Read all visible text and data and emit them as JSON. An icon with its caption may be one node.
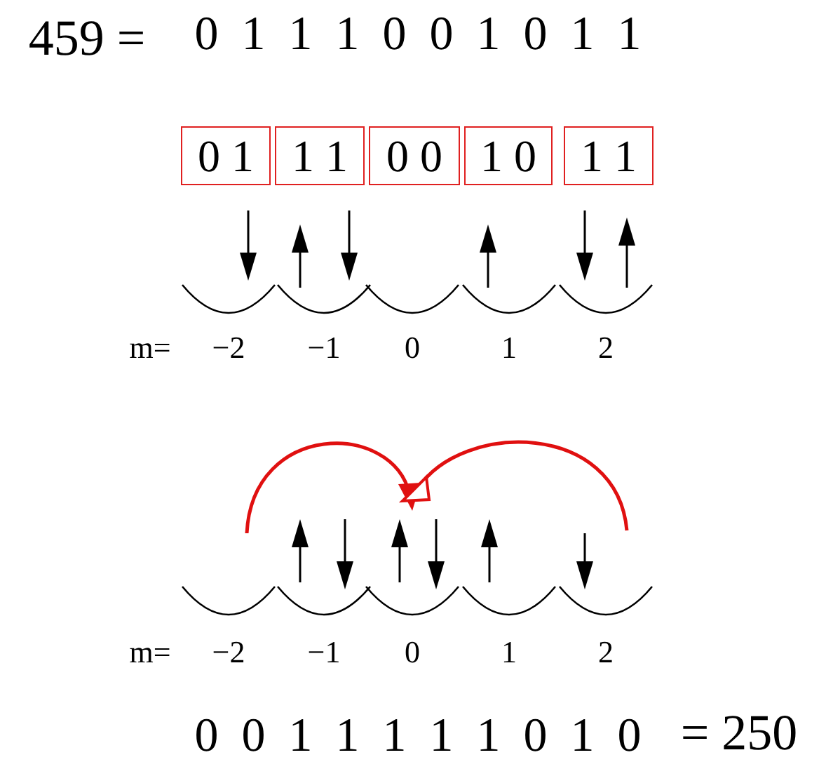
{
  "diagram": {
    "nodes": [
      {
        "text": [
          "0 1"
        ]
      },
      {
        "text": [
          "1 1"
        ]
      },
      {
        "text": [
          "0 0"
        ]
      },
      {
        "text": [
          "1 0"
        ]
      },
      {
        "text": [
          "1 1"
        ]
      }
    ],
    "labels": [
      "459 =",
      "0 1 1 1 0 0 1 0 1 1",
      "m=",
      "−2",
      "−1",
      "0",
      "1",
      "2",
      "m=",
      "−2",
      "−1",
      "0",
      "1",
      "2",
      "0 0 1 1 1 1 1 0 1 0",
      "= 250"
    ]
  }
}
